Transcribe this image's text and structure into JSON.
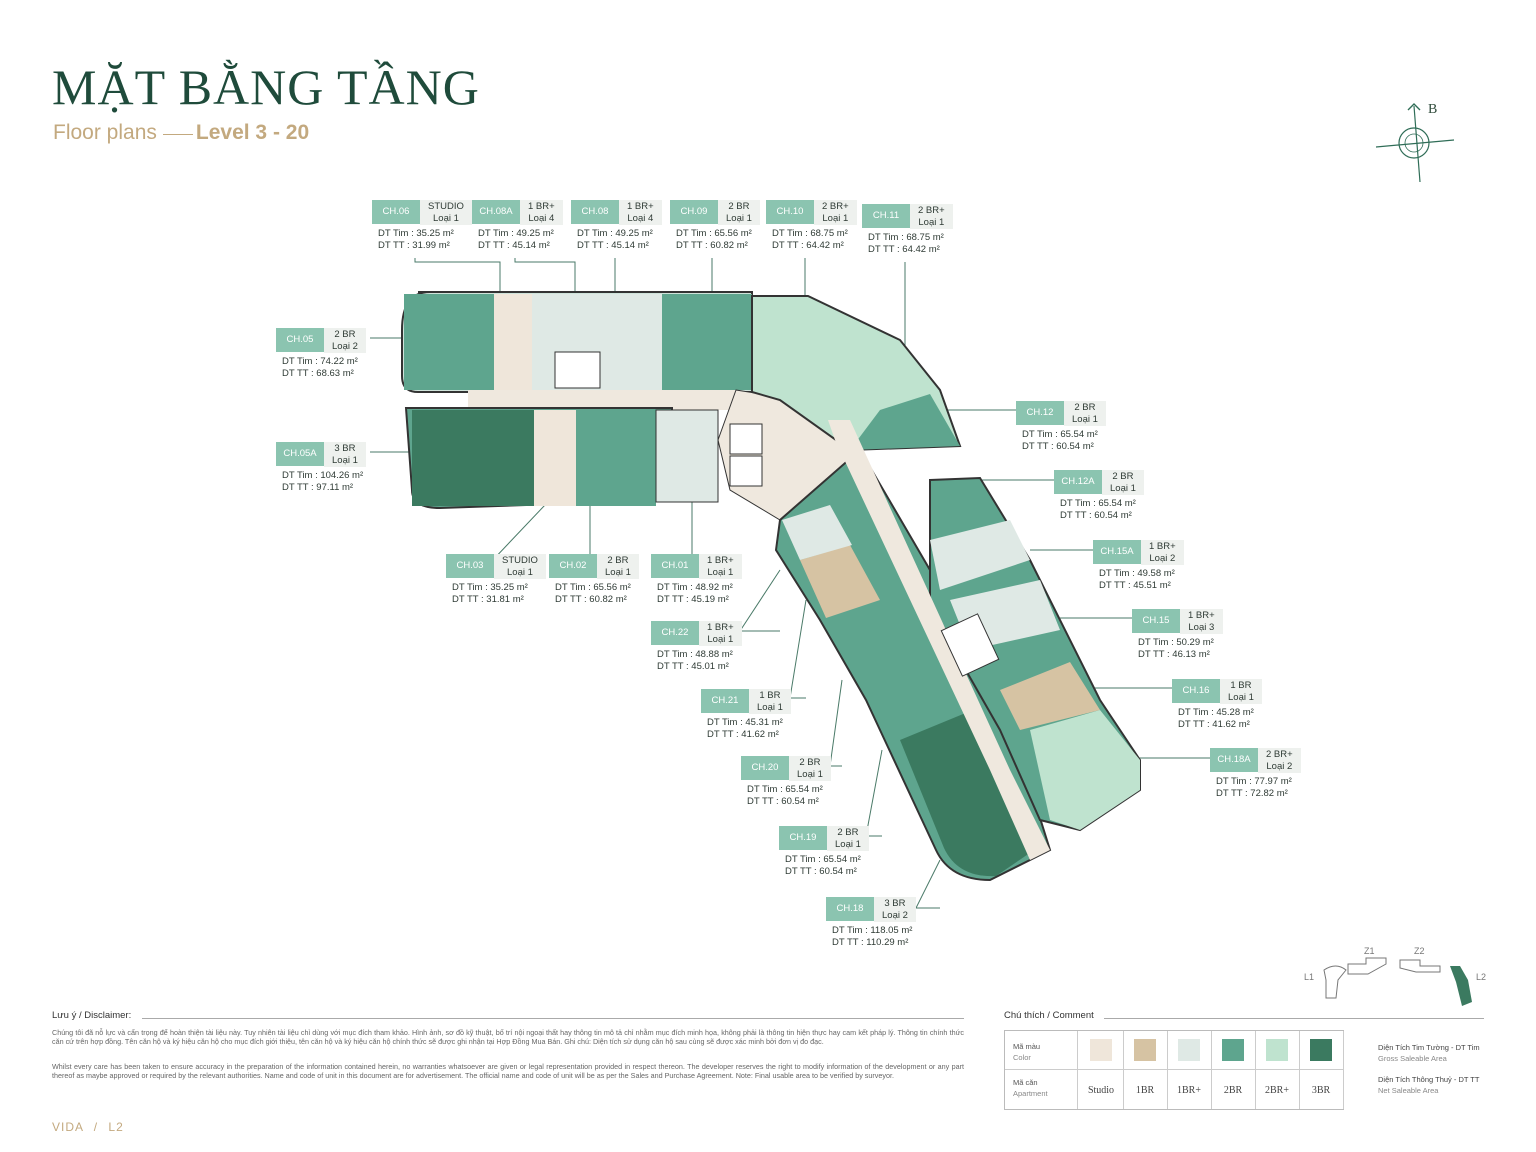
{
  "header": {
    "title": "MẶT BẰNG TẦNG",
    "subtitle_prefix": "Floor plans",
    "subtitle_level": "Level 3 - 20"
  },
  "compass": {
    "label": "B"
  },
  "colors": {
    "studio": "#efe6da",
    "one_br": "#d6c3a3",
    "one_br_plus": "#dfe9e5",
    "two_br": "#5ea58e",
    "two_br_plus": "#bfe3cf",
    "three_br": "#3b7a60",
    "tag": "#8bc4b0",
    "brand_green": "#1f4b3b",
    "gold": "#c3a97f"
  },
  "units": [
    {
      "code": "CH.06",
      "type": "STUDIO",
      "loai": "Loại 1",
      "dt_tim": "DT Tim : 35.25 m²",
      "dt_tt": "DT TT : 31.99 m²"
    },
    {
      "code": "CH.08A",
      "type": "1 BR+",
      "loai": "Loại 4",
      "dt_tim": "DT Tim : 49.25 m²",
      "dt_tt": "DT TT : 45.14 m²"
    },
    {
      "code": "CH.08",
      "type": "1 BR+",
      "loai": "Loại 4",
      "dt_tim": "DT Tim : 49.25 m²",
      "dt_tt": "DT TT : 45.14 m²"
    },
    {
      "code": "CH.09",
      "type": "2 BR",
      "loai": "Loại 1",
      "dt_tim": "DT Tim : 65.56 m²",
      "dt_tt": "DT TT : 60.82 m²"
    },
    {
      "code": "CH.10",
      "type": "2 BR+",
      "loai": "Loại 1",
      "dt_tim": "DT Tim : 68.75 m²",
      "dt_tt": "DT TT : 64.42 m²"
    },
    {
      "code": "CH.11",
      "type": "2 BR+",
      "loai": "Loại 1",
      "dt_tim": "DT Tim : 68.75 m²",
      "dt_tt": "DT TT : 64.42 m²"
    },
    {
      "code": "CH.05",
      "type": "2 BR",
      "loai": "Loại 2",
      "dt_tim": "DT Tim : 74.22 m²",
      "dt_tt": "DT TT : 68.63 m²"
    },
    {
      "code": "CH.05A",
      "type": "3 BR",
      "loai": "Loại 1",
      "dt_tim": "DT Tim : 104.26 m²",
      "dt_tt": "DT TT : 97.11 m²"
    },
    {
      "code": "CH.12",
      "type": "2 BR",
      "loai": "Loại 1",
      "dt_tim": "DT Tim : 65.54 m²",
      "dt_tt": "DT TT : 60.54 m²"
    },
    {
      "code": "CH.12A",
      "type": "2 BR",
      "loai": "Loại 1",
      "dt_tim": "DT Tim : 65.54 m²",
      "dt_tt": "DT TT : 60.54 m²"
    },
    {
      "code": "CH.15A",
      "type": "1 BR+",
      "loai": "Loại 2",
      "dt_tim": "DT Tim : 49.58 m²",
      "dt_tt": "DT TT : 45.51 m²"
    },
    {
      "code": "CH.15",
      "type": "1 BR+",
      "loai": "Loại 3",
      "dt_tim": "DT Tim : 50.29 m²",
      "dt_tt": "DT TT : 46.13 m²"
    },
    {
      "code": "CH.16",
      "type": "1 BR",
      "loai": "Loại 1",
      "dt_tim": "DT Tim : 45.28 m²",
      "dt_tt": "DT TT : 41.62 m²"
    },
    {
      "code": "CH.18A",
      "type": "2 BR+",
      "loai": "Loại 2",
      "dt_tim": "DT Tim : 77.97 m²",
      "dt_tt": "DT TT : 72.82 m²"
    },
    {
      "code": "CH.03",
      "type": "STUDIO",
      "loai": "Loại 1",
      "dt_tim": "DT Tim : 35.25 m²",
      "dt_tt": "DT TT : 31.81 m²"
    },
    {
      "code": "CH.02",
      "type": "2 BR",
      "loai": "Loại 1",
      "dt_tim": "DT Tim : 65.56 m²",
      "dt_tt": "DT TT : 60.82 m²"
    },
    {
      "code": "CH.01",
      "type": "1 BR+",
      "loai": "Loại 1",
      "dt_tim": "DT Tim : 48.92 m²",
      "dt_tt": "DT TT : 45.19 m²"
    },
    {
      "code": "CH.22",
      "type": "1 BR+",
      "loai": "Loại 1",
      "dt_tim": "DT Tim : 48.88 m²",
      "dt_tt": "DT TT : 45.01 m²"
    },
    {
      "code": "CH.21",
      "type": "1 BR",
      "loai": "Loại 1",
      "dt_tim": "DT Tim : 45.31 m²",
      "dt_tt": "DT TT : 41.62 m²"
    },
    {
      "code": "CH.20",
      "type": "2 BR",
      "loai": "Loại 1",
      "dt_tim": "DT Tim : 65.54 m²",
      "dt_tt": "DT TT : 60.54 m²"
    },
    {
      "code": "CH.19",
      "type": "2 BR",
      "loai": "Loại 1",
      "dt_tim": "DT Tim : 65.54 m²",
      "dt_tt": "DT TT : 60.54 m²"
    },
    {
      "code": "CH.18",
      "type": "3 BR",
      "loai": "Loại 2",
      "dt_tim": "DT Tim : 118.05 m²",
      "dt_tt": "DT TT : 110.29 m²"
    }
  ],
  "disclaimer": {
    "heading": "Lưu ý / Disclaimer:",
    "vi": "Chúng tôi đã nỗ lực và cẩn trọng để hoàn thiện tài liệu này. Tuy nhiên tài liệu chỉ dùng với mục đích tham khảo. Hình ảnh, sơ đồ kỹ thuật, bố trí nội ngoại thất hay thông tin mô tả chỉ nhằm mục đích minh họa, không phải là thông tin hiện thực hay cam kết pháp lý. Thông tin chính thức căn cứ trên hợp đồng. Tên căn hộ và ký hiệu căn hộ cho mục đích giới thiệu, tên căn hộ và ký hiệu căn hộ chính thức sẽ được ghi nhận tại Hợp Đồng Mua Bán. Ghi chú: Diện tích sử dụng căn hộ sau cùng sẽ được xác minh bởi đơn vị đo đạc.",
    "en": "Whilst every care has been taken to ensure accuracy in the preparation of the information contained herein, no warranties whatsoever are given or legal representation provided in respect thereon. The developer reserves the right to modify information of the development or any part thereof as maybe approved or required by the relevant authorities. Name and code of unit in this document are for advertisement. The official name and code of unit will be as per the Sales and Purchase Agreement. Note: Final usable area to be verified by surveyor."
  },
  "legend": {
    "heading": "Chú thích / Comment",
    "color_label_vi": "Mã màu",
    "color_label_en": "Color",
    "apt_label_vi": "Mã căn",
    "apt_label_en": "Apartment",
    "items": [
      {
        "name": "Studio",
        "color": "#efe6da"
      },
      {
        "name": "1BR",
        "color": "#d6c3a3"
      },
      {
        "name": "1BR+",
        "color": "#dfe9e5"
      },
      {
        "name": "2BR",
        "color": "#5ea58e"
      },
      {
        "name": "2BR+",
        "color": "#bfe3cf"
      },
      {
        "name": "3BR",
        "color": "#3b7a60"
      }
    ],
    "gross_vi": "Diện Tích Tim Tường - DT Tim",
    "gross_en": "Gross Saleable Area",
    "net_vi": "Diện Tích Thông Thuỷ - DT TT",
    "net_en": "Net Saleable Area"
  },
  "keymap": {
    "l1": "L1",
    "z1": "Z1",
    "z2": "Z2",
    "l2": "L2"
  },
  "footer": {
    "brand": "VIDA",
    "sep": "/",
    "page": "L2"
  }
}
